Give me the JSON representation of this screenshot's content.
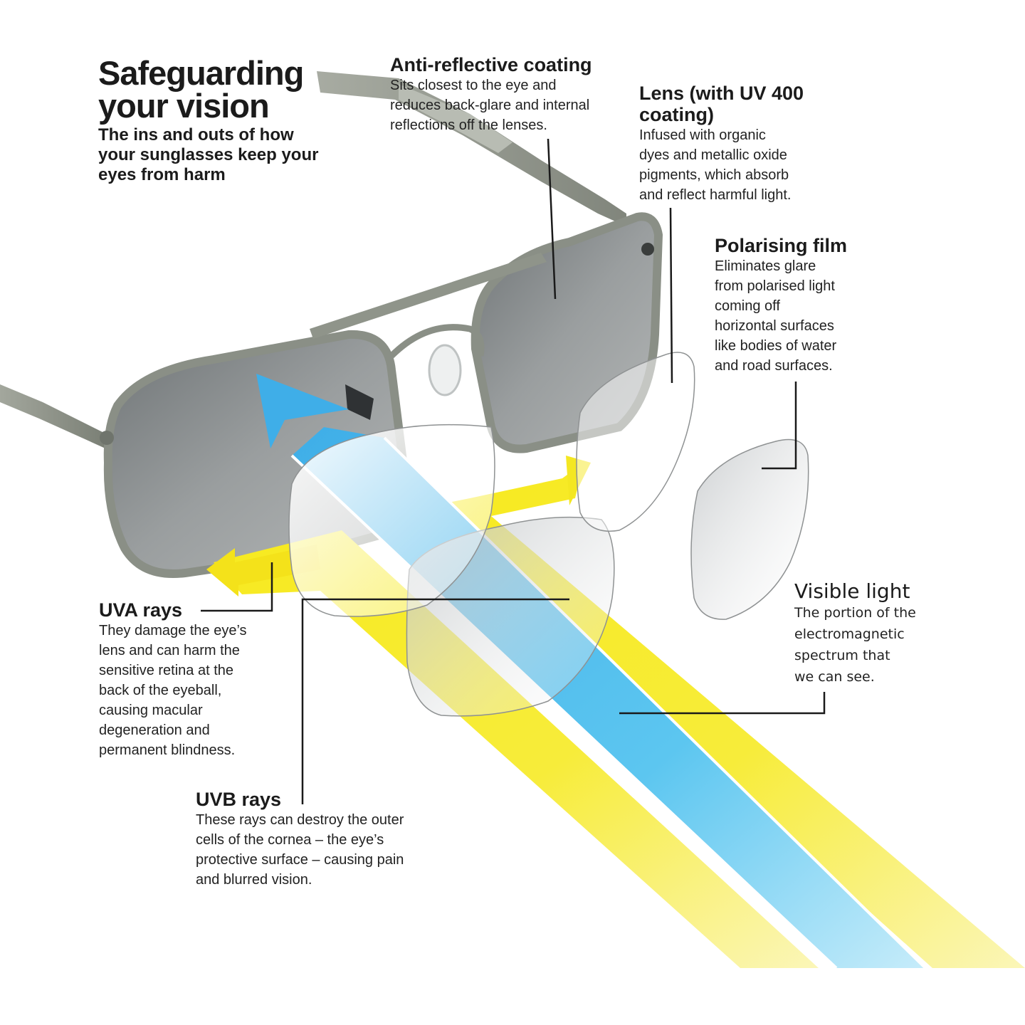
{
  "title": {
    "headline": "Safeguarding\nyour vision",
    "subhead": "The ins and outs of how\nyour sunglasses keep your\neyes from harm"
  },
  "callouts": {
    "anti_reflective": {
      "heading": "Anti-reflective coating",
      "text": "Sits closest to the eye and\nreduces back-glare and internal\nreflections off the lenses."
    },
    "lens": {
      "heading": "Lens (with UV 400\ncoating)",
      "text": "Infused with organic\ndyes and metallic oxide\npigments, which absorb\nand reflect harmful light."
    },
    "polarising": {
      "heading": "Polarising film",
      "text": "Eliminates glare\nfrom polarised light\ncoming off\nhorizontal surfaces\nlike bodies of water\nand road surfaces."
    },
    "uva": {
      "heading": "UVA rays",
      "text": "They damage the eye’s\nlens and can harm the\nsensitive retina at the\nback of the eyeball,\ncausing macular\ndegeneration and\npermanent blindness."
    },
    "uvb": {
      "heading": "UVB rays",
      "text": "These rays can destroy the outer\ncells of the cornea – the eye’s\nprotective surface – causing pain\nand blurred vision."
    },
    "visible": {
      "heading": "Visible light",
      "text": "The portion of the\nelectromagnetic\nspectrum that\nwe can see."
    }
  },
  "colors": {
    "uv_yellow": "#f6ec2a",
    "visible_blue": "#4fc3ee",
    "frame": "#8a8f86",
    "lens_tint": "#8e9294",
    "leader_line": "#1a1a1a"
  }
}
